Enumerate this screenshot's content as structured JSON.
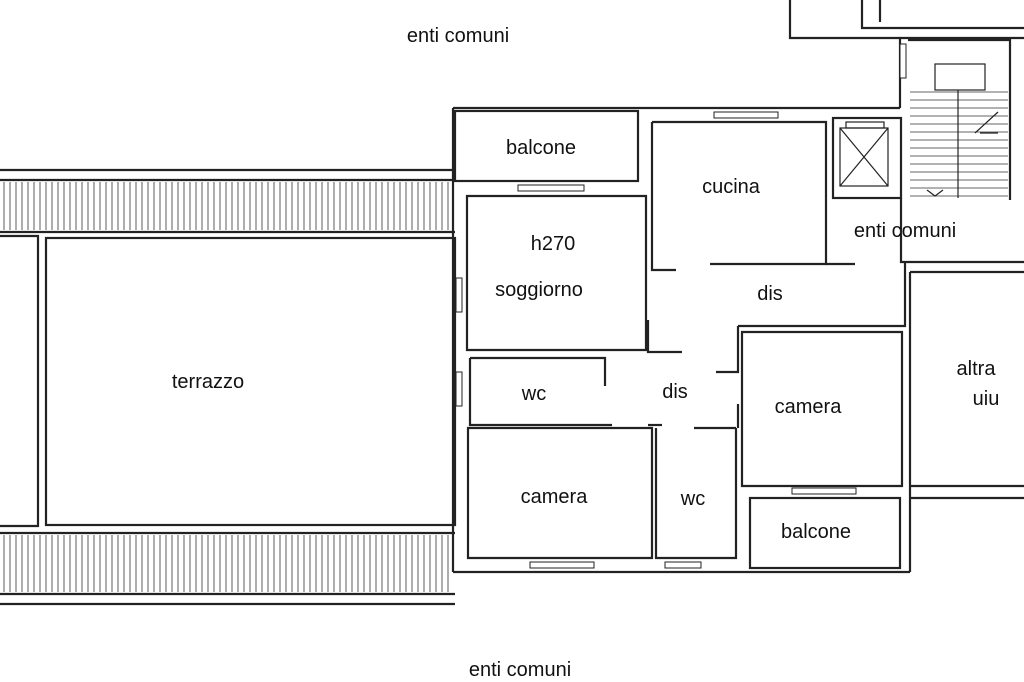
{
  "labels": {
    "enti_comuni_top": "enti comuni",
    "enti_comuni_right": "enti comuni",
    "enti_comuni_bottom": "enti comuni",
    "terrazzo": "terrazzo",
    "balcone_top": "balcone",
    "balcone_bottom": "balcone",
    "cucina": "cucina",
    "height": "h270",
    "soggiorno": "soggiorno",
    "dis_upper": "dis",
    "dis_lower": "dis",
    "wc_left": "wc",
    "wc_right": "wc",
    "camera_left": "camera",
    "camera_right": "camera",
    "altra": "altra",
    "uiu": "uiu"
  }
}
